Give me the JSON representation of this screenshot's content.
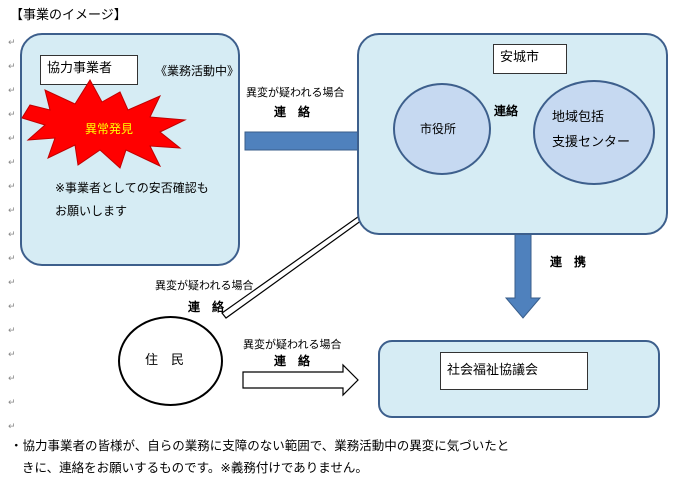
{
  "header_title": "【事業のイメージ】",
  "cooperator": {
    "label": "協力事業者",
    "activity": "《業務活動中》",
    "alert": "異常発見",
    "note_line1": "※事業者としての安否確認も",
    "note_line2": "お願いします"
  },
  "city": {
    "label": "安城市",
    "office": "市役所",
    "center_line1": "地域包括",
    "center_line2": "支援センター"
  },
  "arrows": {
    "suspect_top": "異変が疑われる場合",
    "contact_top": "連　絡",
    "contact_inner": "連絡",
    "cooperation": "連　携",
    "suspect_resident": "異変が疑われる場合",
    "contact_resident": "連　絡",
    "suspect_bottom": "異変が疑われる場合",
    "contact_bottom": "連　絡"
  },
  "resident": "住　民",
  "council": "社会福祉協議会",
  "footer_line1": "・協力事業者の皆様が、自らの業務に支障のない範囲で、業務活動中の異変に気づいたと",
  "footer_line2": "きに、連絡をお願いするものです。※義務付けでありません。",
  "colors": {
    "box_fill": "#d6ecf4",
    "box_border": "#3d5f8c",
    "arrow_blue": "#4f81bd",
    "circle_fill": "#c6d9f1",
    "burst_red": "#ff0000",
    "burst_text": "#ffff00"
  }
}
